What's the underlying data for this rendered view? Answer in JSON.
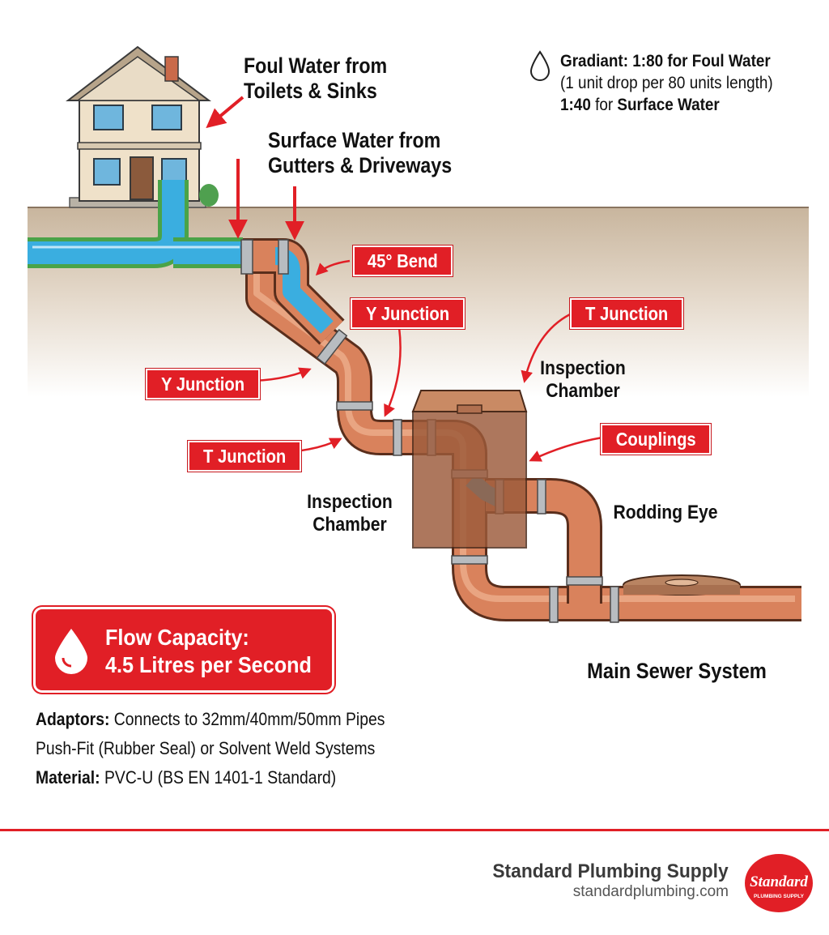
{
  "sources": {
    "foul_water": [
      "Foul Water from",
      "Toilets & Sinks"
    ],
    "surface_water": [
      "Surface Water from",
      "Gutters & Driveways"
    ]
  },
  "gradient": {
    "line1_bold": "Gradiant: 1:80 for Foul Water",
    "line2": "(1 unit drop per 80 units length)",
    "line3_ratio": "1:40",
    "line3_mid": " for ",
    "line3_bold": "Surface Water"
  },
  "tags": {
    "bend_45": "45° Bend",
    "y_junction_upper": "Y Junction",
    "y_junction_left": "Y Junction",
    "t_junction_left": "T Junction",
    "t_junction_upper": "T Junction",
    "couplings": "Couplings"
  },
  "labels": {
    "inspection_chamber_upper": [
      "Inspection",
      "Chamber"
    ],
    "inspection_chamber_left": [
      "Inspection",
      "Chamber"
    ],
    "rodding_eye": "Rodding Eye",
    "main_sewer": "Main Sewer System"
  },
  "flow_capacity": [
    "Flow Capacity:",
    "4.5 Litres per Second"
  ],
  "specs": {
    "adaptors_label": "Adaptors:",
    "adaptors_value": " Connects to 32mm/40mm/50mm Pipes",
    "fitting_line": "Push-Fit (Rubber Seal) or Solvent Weld Systems",
    "material_label": "Material:",
    "material_value": " PVC-U (BS EN 1401-1 Standard)"
  },
  "brand": {
    "name": "Standard Plumbing Supply",
    "url": "standardplumbing.com",
    "logo_word": "Standard",
    "logo_sub": "PLUMBING SUPPLY"
  },
  "colors": {
    "accent_red": "#e11f26",
    "pipe_copper": "#d9825c",
    "water_blue": "#3aaee0",
    "soil": "#cbb9a3"
  },
  "icons": [
    "water-drop-icon",
    "flow-drop-icon",
    "house-icon",
    "arrow-icon"
  ]
}
